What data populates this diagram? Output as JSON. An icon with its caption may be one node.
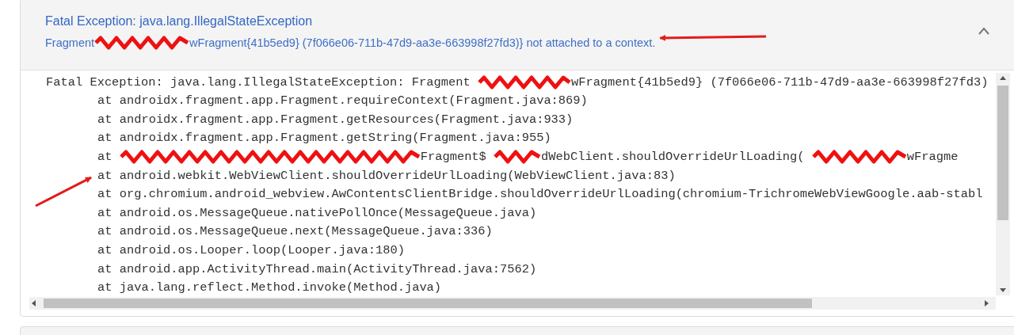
{
  "diagram": {
    "title": "Fatal Exception: java.lang.IllegalStateException",
    "nodes": [
      {
        "text": [
          "Fragment",
          "wFragment{41b5ed9} (7f066e06-711b-47d9-aa3e-663998f27fd3)} not attached to a context."
        ]
      },
      {
        "text": [
          "at android.webkit.WebViewClient.shouldOverrideUrlLoading(WebViewClient.java:83)"
        ]
      }
    ],
    "edges": [
      {
        "from": null,
        "to": 0,
        "arrow": "to"
      },
      {
        "from": null,
        "to": 1,
        "arrow": "to"
      }
    ],
    "labels": [
      "Fatal Exception: java.lang.IllegalStateException: Fragment",
      "wFragment{41b5ed9} (7f066e06-711b-47d9-aa3e-663998f27fd3)",
      "at androidx.fragment.app.Fragment.requireContext(Fragment.java:869)",
      "at androidx.fragment.app.Fragment.getResources(Fragment.java:933)",
      "at androidx.fragment.app.Fragment.getString(Fragment.java:955)",
      "at",
      "Fragment$",
      "dWebClient.shouldOverrideUrlLoading(",
      "wFragme",
      "at org.chromium.android_webview.AwContentsClientBridge.shouldOverrideUrlLoading(chromium-TrichromeWebViewGoogle.aab-stabl",
      "at android.os.MessageQueue.nativePollOnce(MessageQueue.java)",
      "at android.os.MessageQueue.next(MessageQueue.java:336)",
      "at android.os.Looper.loop(Looper.java:180)",
      "at android.app.ActivityThread.main(ActivityThread.java:7562)",
      "at java.lang.reflect.Method.invoke(Method.java)"
    ]
  }
}
